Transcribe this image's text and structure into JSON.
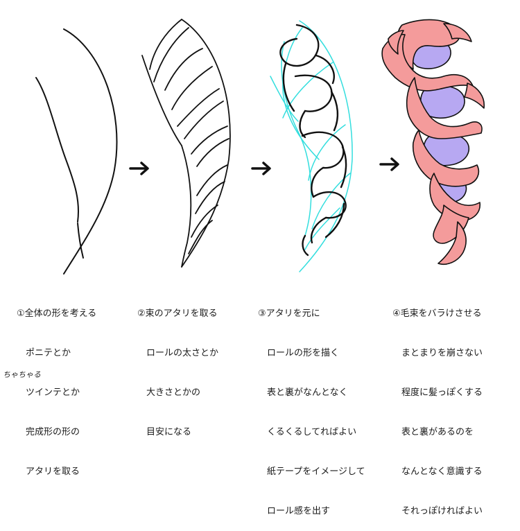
{
  "steps": [
    {
      "lines": [
        "①全体の形を考える",
        "　ポニテとか",
        "　ツインテとか",
        "　完成形の形の",
        "　アタリを取る"
      ]
    },
    {
      "lines": [
        "②束のアタリを取る",
        "　ロールの太さとか",
        "　大きさとかの",
        "　目安になる"
      ]
    },
    {
      "lines": [
        "③アタリを元に",
        "　ロールの形を描く",
        "　表と裏がなんとなく",
        "　くるくるしてればよい",
        "　紙テープをイメージして",
        "　ロール感を出す"
      ]
    },
    {
      "lines": [
        "④毛束をバラけさせる",
        "　まとまりを崩さない",
        "　程度に髪っぽくする",
        "　表と裏があるのを",
        "　なんとなく意識する",
        "　それっぽければよい"
      ]
    }
  ],
  "signature": "ちゃちゃる",
  "colors": {
    "line": "#111111",
    "guide": "#33dede",
    "hair_front": "#f49b9b",
    "hair_back": "#b7a8f2"
  }
}
